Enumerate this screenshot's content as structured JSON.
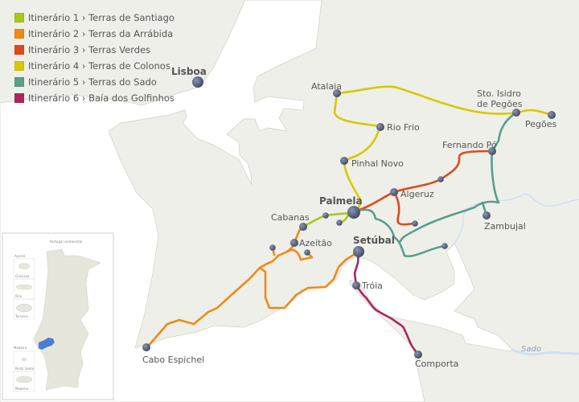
{
  "legend": [
    {
      "label": "Itinerário 1 › Terras de Santiago",
      "color": "#a8c81a"
    },
    {
      "label": "Itinerário 2 › Terras da Arrábida",
      "color": "#f08a14"
    },
    {
      "label": "Itinerário 3 › Terras Verdes",
      "color": "#e04a1a"
    },
    {
      "label": "Itinerário 4 › Terras de Colonos",
      "color": "#d8c800"
    },
    {
      "label": "Itinerário 5 › Terras do Sado",
      "color": "#5a9e8a"
    },
    {
      "label": "Itinerário 6 › Baía dos Golfinhos",
      "color": "#a8285e"
    }
  ],
  "places": {
    "lisboa": "Lisboa",
    "atalaia": "Atalaia",
    "rio_frio": "Rio Frio",
    "sto_isidro_1": "Sto. Isidro",
    "sto_isidro_2": "de Pegões",
    "pegoes": "Pegões",
    "fernando_po": "Fernando Pó",
    "pinhal_novo": "Pinhal Novo",
    "algeruz": "Algeruz",
    "palmela": "Palmela",
    "cabanas": "Cabanas",
    "azeitao": "Azeitão",
    "setubal": "Setúbal",
    "zambujal": "Zambujal",
    "troia": "Tróia",
    "cabo_espichel": "Cabo Espichel",
    "comporta": "Comporta",
    "river_sado": "Sado"
  },
  "inset": {
    "title": "Portugal continental",
    "azores": "Açores",
    "graciosa": "Graciosa",
    "pico": "Pico",
    "terceira": "Terceira",
    "madeira_group": "Madeira",
    "porto_santo": "Porto Santo",
    "madeira": "Madeira",
    "highlight_color": "#4a7fd0"
  },
  "colors": {
    "land": "#efefea",
    "water": "#ffffff",
    "river": "#cfe0f5",
    "dot": "#4a5570"
  }
}
